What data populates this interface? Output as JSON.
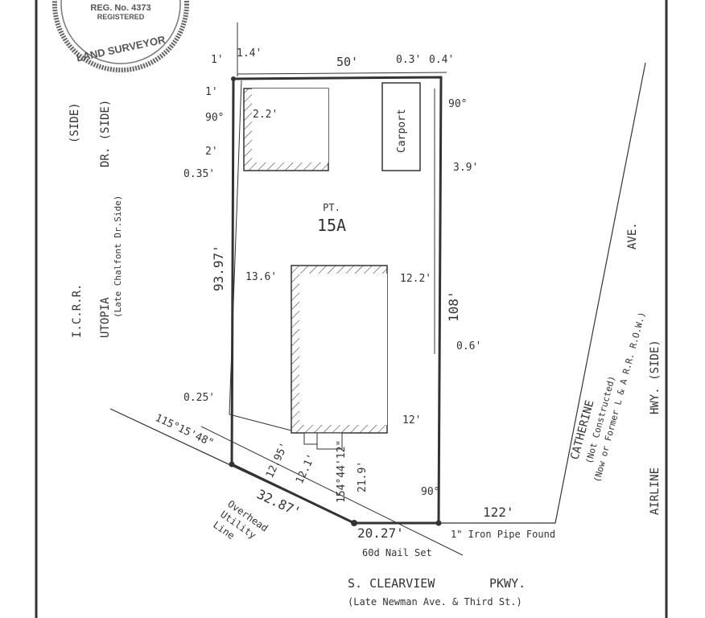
{
  "seal": {
    "reg_no": "REG. No. 4373",
    "registered": "REGISTERED",
    "title": "LAND SURVEYOR"
  },
  "lot": {
    "label_pt": "PT.",
    "label_num": "15A"
  },
  "structures": {
    "carport": "Carport"
  },
  "dimensions": {
    "top_width": "50'",
    "top_left_1": "1'",
    "top_left_2": "1.4'",
    "top_right_1": "0.3'",
    "top_right_2": "0.4'",
    "left_1": "1'",
    "left_angle": "90°",
    "left_2": "2'",
    "left_3": "0.35'",
    "shed_offset": "2.2'",
    "right_angle_top": "90°",
    "carport_offset": "3.9'",
    "left_side": "93.97'",
    "right_side": "108'",
    "house_left": "13.6'",
    "house_right": "12.2'",
    "right_fence": "0.6'",
    "left_fence_bottom": "0.25'",
    "house_bottom_right": "12'",
    "angle_left": "115°15'48\"",
    "rear_1": "12.95'",
    "rear_2": "12.1'",
    "angle_bottom": "154°44'12\"",
    "rear_3": "21.9'",
    "bottom_left_side": "32.87'",
    "bottom_right_side": "20.27'",
    "angle_bottom_right": "90°",
    "street_frontage": "122'"
  },
  "notes": {
    "utility": [
      "Overhead",
      "Utility",
      "Line"
    ],
    "nail": "60d Nail Set",
    "pipe": "1\" Iron Pipe Found"
  },
  "streets": {
    "icrr": "I.C.R.R.",
    "icrr_side": "(SIDE)",
    "utopia": "UTOPIA",
    "utopia_dr": "DR. (SIDE)",
    "utopia_late": "(Late Chalfont Dr.Side)",
    "clearview": "S. CLEARVIEW",
    "clearview_pkwy": "PKWY.",
    "clearview_late": "(Late Newman Ave. & Third St.)",
    "catherine": "CATHERINE",
    "catherine_ave": "AVE.",
    "catherine_note1": "(Not Constructed)",
    "catherine_note2": "(Now or Former L & A R.R. R.O.W.)",
    "airline": "AIRLINE",
    "airline_hwy": "HWY. (SIDE)"
  }
}
